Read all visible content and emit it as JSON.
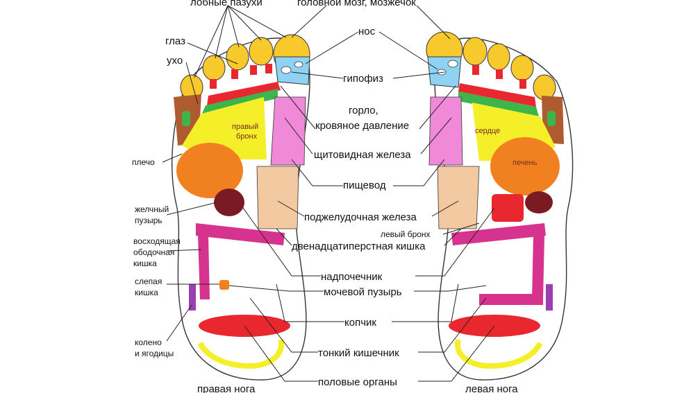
{
  "labels": {
    "sinuses": "лобные пазухи",
    "brain": "головной мозг, мозжечок",
    "eye": "глаз",
    "ear": "ухо",
    "nose": "нос",
    "pituitary": "гипофиз",
    "throat_line1": "горло,",
    "throat_line2": "кровяное давление",
    "thyroid": "щитовидная железа",
    "esophagus": "пищевод",
    "pancreas": "поджелудочная железа",
    "left_bronchus": "левый бронх",
    "duodenum": "двенадцатиперстная кишка",
    "adrenal": "надпочечник",
    "bladder": "мочевой пузырь",
    "coccyx": "копчик",
    "small_intestine": "тонкий кишечник",
    "genitals": "половые органы",
    "shoulder": "плечо",
    "gallbladder_line1": "желчный",
    "gallbladder_line2": "пузырь",
    "ascending_colon_line1": "восходящая",
    "ascending_colon_line2": "ободочная",
    "ascending_colon_line3": "кишка",
    "cecum_line1": "слепая",
    "cecum_line2": "кишка",
    "knee_line1": "колено",
    "knee_line2": "и ягодицы",
    "right_bronchus_line1": "правый",
    "right_bronchus_line2": "бронх",
    "heart": "сердце",
    "liver": "печень",
    "right_foot": "правая нога",
    "left_foot": "левая нога"
  },
  "colors": {
    "toe_yellow": "#f7c92c",
    "toe_red": "#e8282e",
    "pituitary_blue": "#8fd3f4",
    "lung_yellow": "#f5ef2a",
    "green": "#3db54a",
    "throat_pink": "#f08ad8",
    "liver_orange": "#f08020",
    "gall_maroon": "#7a1b24",
    "pancreas_tan": "#f2c9a0",
    "colon_magenta": "#d6338f",
    "small_int_white": "#ffffff",
    "genital_red": "#e8282e",
    "knee_purple": "#9b3fb0",
    "ear_brown": "#b05a30"
  }
}
